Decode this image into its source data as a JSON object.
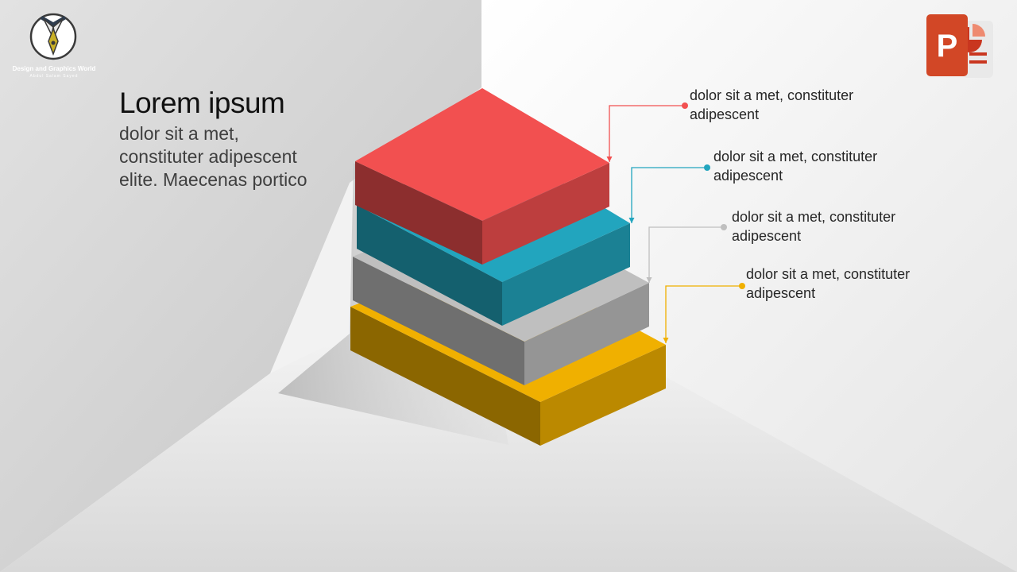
{
  "brand": {
    "name": "Design and Graphics World",
    "tagline": "Abdul Salam Sayed"
  },
  "heading": {
    "title": "Lorem ipsum",
    "lines": [
      "dolor sit a met,",
      "constituter adipescent",
      "elite. Maecenas portico"
    ]
  },
  "layers": [
    {
      "color": "#f25050",
      "line1": "dolor sit a met, constituter",
      "line2": "adipescent"
    },
    {
      "color": "#22a5be",
      "line1": "dolor sit a met, constituter",
      "line2": "adipescent"
    },
    {
      "color": "#bfbfbf",
      "line1": "dolor sit a met, constituter",
      "line2": "adipescent"
    },
    {
      "color": "#f0b000",
      "line1": "dolor sit a met, constituter",
      "line2": "adipescent"
    }
  ],
  "icons": {
    "logo": "shirt-tie-pen-logo",
    "app": "powerpoint-icon"
  }
}
